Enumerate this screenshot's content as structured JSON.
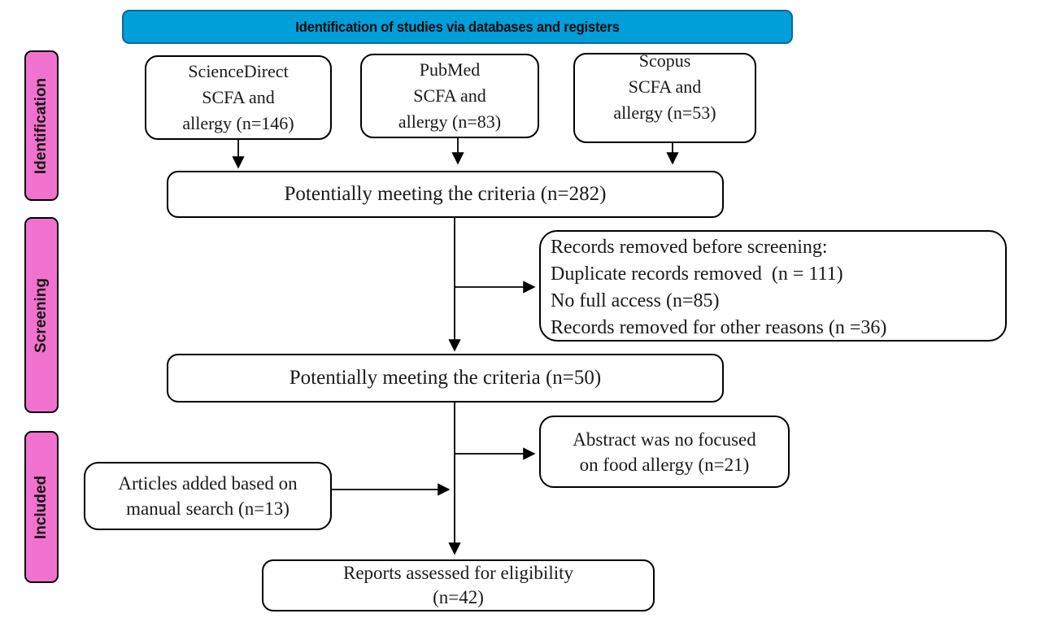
{
  "colors": {
    "banner_blue": "#009FD9",
    "banner_border": "#0a6a94",
    "stage_pink": "#F172CE",
    "box_border": "#000000",
    "background": "#FFFFFF"
  },
  "banner": {
    "title": "Identification of studies via databases and registers"
  },
  "stages": [
    {
      "label": "Identification"
    },
    {
      "label": "Screening"
    },
    {
      "label": "Included"
    }
  ],
  "sources": [
    {
      "lines": [
        "ScienceDirect",
        "SCFA and",
        "allergy (n=146)"
      ]
    },
    {
      "lines": [
        "PubMed",
        "SCFA and",
        "allergy (n=83)"
      ]
    },
    {
      "lines": [
        "Scopus",
        "SCFA and",
        "allergy (n=53)"
      ]
    }
  ],
  "boxes": {
    "criteria_initial": {
      "text": "Potentially meeting the criteria (n=282)"
    },
    "records_removed": {
      "lines": [
        "Records removed before screening:",
        "Duplicate records removed  (n = 111)",
        "No full access (n=85)",
        "Records removed for other reasons (n =36)"
      ]
    },
    "criteria_screened": {
      "text": "Potentially meeting the criteria (n=50)"
    },
    "abstract_excluded": {
      "lines": [
        "Abstract was no focused",
        "on food allergy (n=21)"
      ]
    },
    "manual_search": {
      "lines": [
        "Articles added based on",
        "manual search (n=13)"
      ]
    },
    "reports_assessed": {
      "lines": [
        "Reports assessed for eligibility",
        "(n=42)"
      ]
    }
  }
}
